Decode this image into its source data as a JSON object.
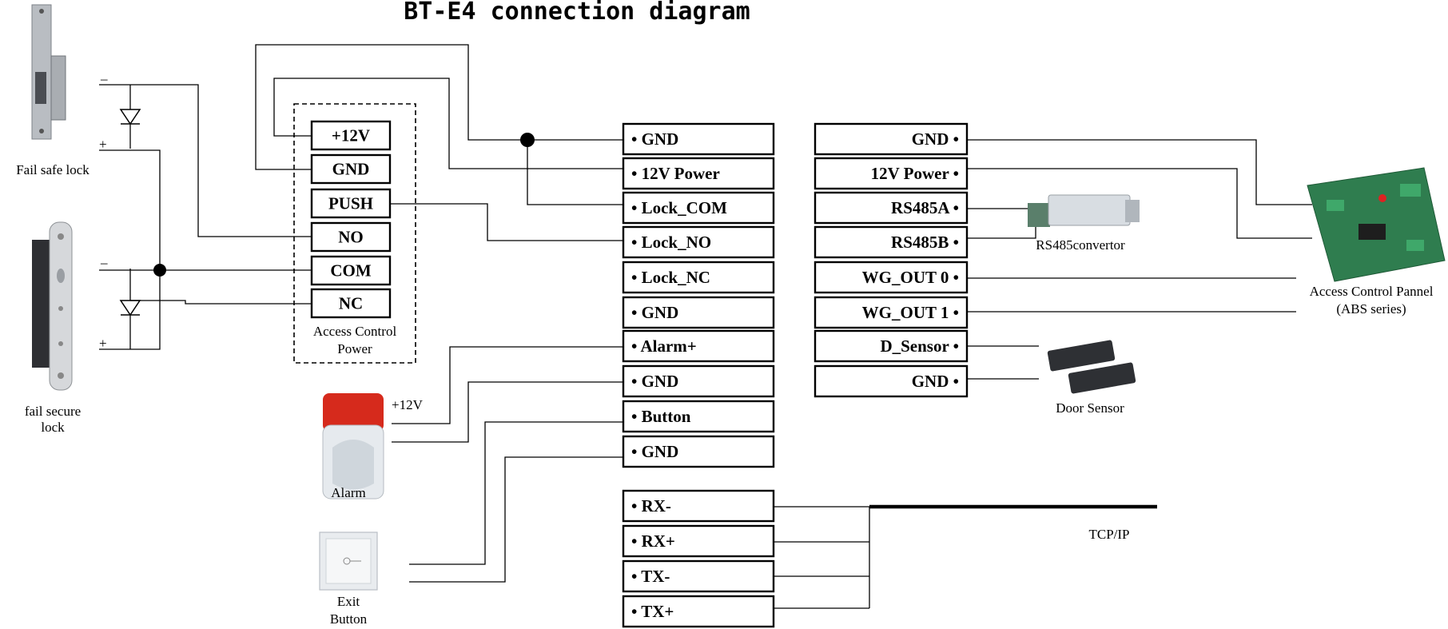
{
  "title": "BT-E4 connection diagram",
  "power_terminals": [
    "+12V",
    "GND",
    "PUSH",
    "NO",
    "COM",
    "NC"
  ],
  "power_caption": [
    "Access Control",
    "Power"
  ],
  "center_terminals": [
    "• GND",
    "• 12V Power",
    "• Lock_COM",
    "• Lock_NO",
    "• Lock_NC",
    "• GND",
    "• Alarm+",
    "• GND",
    "• Button",
    "• GND"
  ],
  "network_terminals": [
    "• RX-",
    "• RX+",
    "• TX-",
    "• TX+"
  ],
  "right_terminals": [
    "GND •",
    "12V  Power  •",
    "RS485A •",
    "RS485B •",
    "WG_OUT 0 •",
    "WG_OUT 1 •",
    "D_Sensor •",
    "GND •"
  ],
  "captions": {
    "fail_safe_lock": "Fail safe lock",
    "fail_secure_lock": [
      "fail secure",
      "lock"
    ],
    "alarm": "Alarm",
    "alarm_voltage": "+12V",
    "exit_button": [
      "Exit",
      "Button"
    ],
    "rs485_convertor": "RS485convertor",
    "door_sensor": "Door Sensor",
    "access_panel": [
      "Access Control Pannel",
      "(ABS series)"
    ],
    "tcpip": "TCP/IP"
  },
  "polarity": {
    "minus": "–",
    "plus": "+"
  }
}
